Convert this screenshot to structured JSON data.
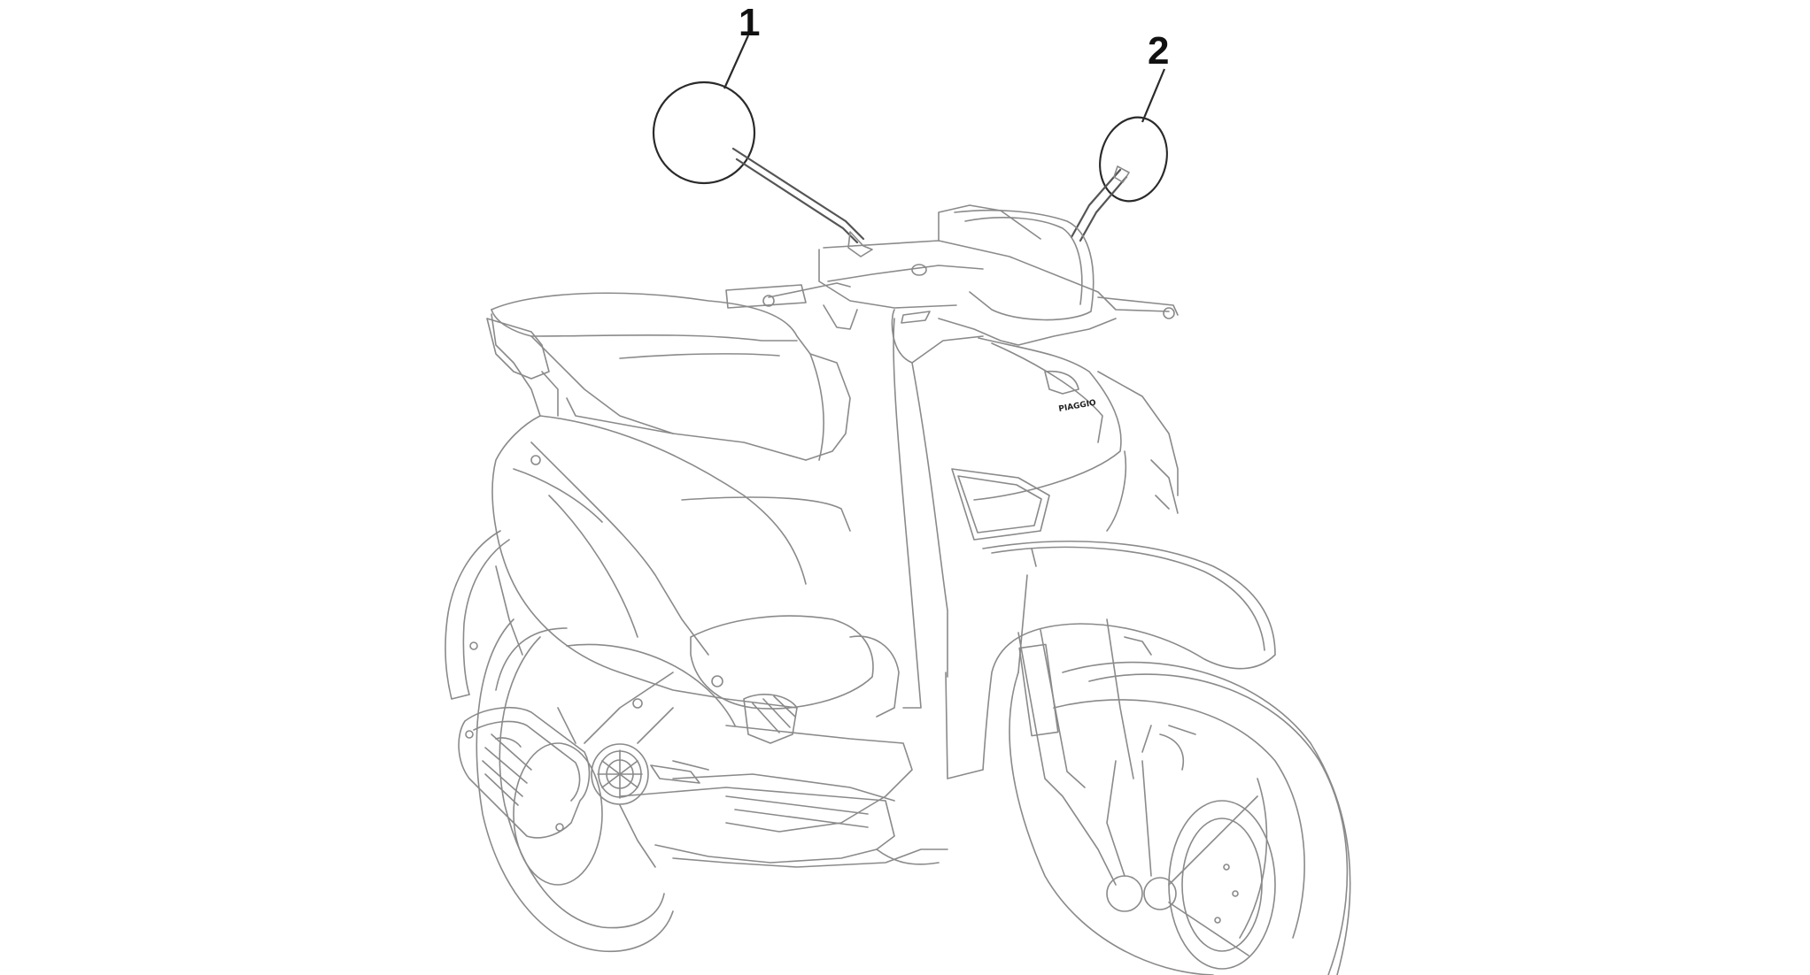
{
  "diagram": {
    "callouts": [
      {
        "id": "1",
        "label": "1"
      },
      {
        "id": "2",
        "label": "2"
      }
    ],
    "logo_text": "PIAGGIO",
    "colors": {
      "line": "#8a8a8a",
      "dark_line": "#2a2a2a",
      "background": "#ffffff"
    }
  }
}
